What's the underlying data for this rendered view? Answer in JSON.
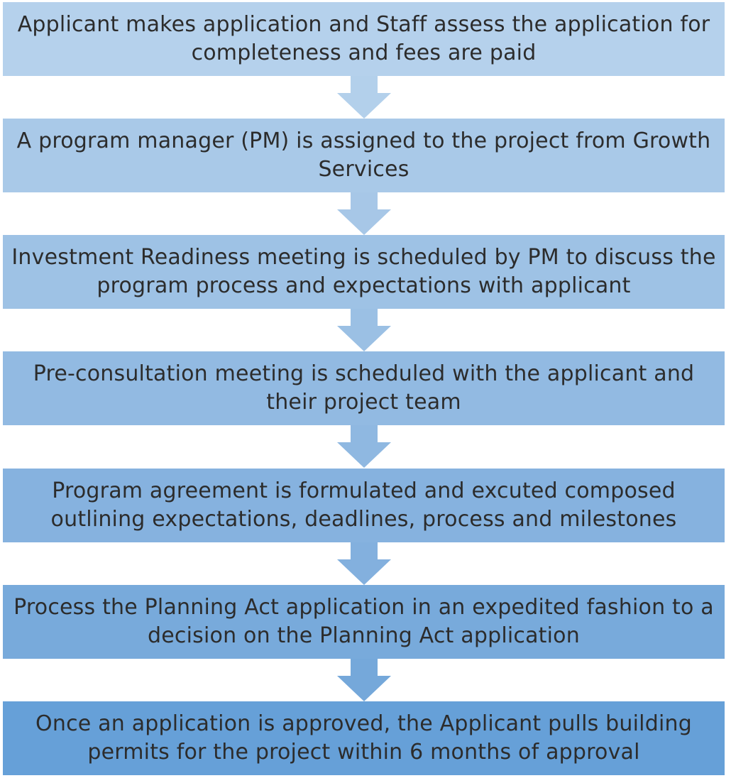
{
  "steps": [
    {
      "text": "Applicant makes application and Staff assess the application for completeness and fees are paid",
      "color": "#b5d1ec"
    },
    {
      "text": "A program manager (PM) is assigned to the project from Growth Services",
      "color": "#a9c9e8"
    },
    {
      "text": "Investment Readiness meeting is scheduled by PM to discuss the program process and expectations with applicant",
      "color": "#9ec2e5"
    },
    {
      "text": "Pre-consultation meeting is scheduled with the applicant and their project team",
      "color": "#92bae2"
    },
    {
      "text": "Program agreement is formulated and excuted composed outlining expectations, deadlines, process and milestones",
      "color": "#86b2df"
    },
    {
      "text": "Process the Planning Act application in an expedited fashion to a decision on the Planning Act application",
      "color": "#78aadb"
    },
    {
      "text": "Once an application is approved, the Applicant pulls building permits for the project within 6 months of approval",
      "color": "#66a0d8"
    }
  ],
  "arrow_colors": [
    "#b3d0eb",
    "#a7c7e7",
    "#9bc0e4",
    "#8fb8e1",
    "#83b0de",
    "#75a8da"
  ]
}
